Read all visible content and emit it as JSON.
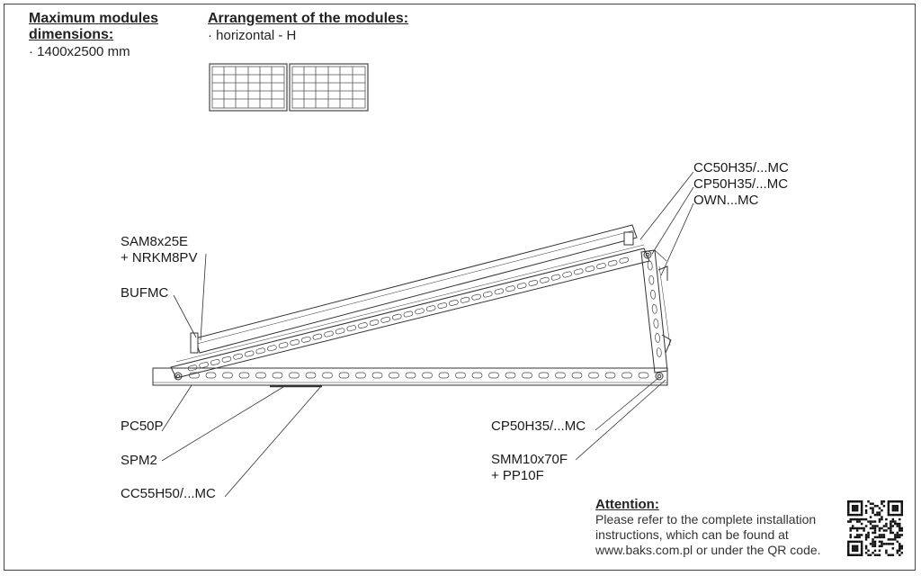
{
  "max_dims": {
    "heading_line1": "Maximum modules",
    "heading_line2": "dimensions:",
    "value": "· 1400x2500 mm"
  },
  "arrangement": {
    "heading": "Arrangement of the modules:",
    "value": "· horizontal - H"
  },
  "labels": {
    "cc50h35": "CC50H35/...MC",
    "cp50h35_top": "CP50H35/...MC",
    "own": "OWN...MC",
    "sam8x25e": "SAM8x25E",
    "nrkm8pv": "+ NRKM8PV",
    "bufmc": "BUFMC",
    "pc50p": "PC50P",
    "spm2": "SPM2",
    "cc55h50": "CC55H50/...MC",
    "cp50h35_bottom": "CP50H35/...MC",
    "smm10x70f": "SMM10x70F",
    "pp10f": "+ PP10F"
  },
  "attention": {
    "title": "Attention:",
    "line1": "Please refer to the complete installation",
    "line2": "instructions, which can be found at",
    "line3": "www.baks.com.pl or under the QR code."
  }
}
